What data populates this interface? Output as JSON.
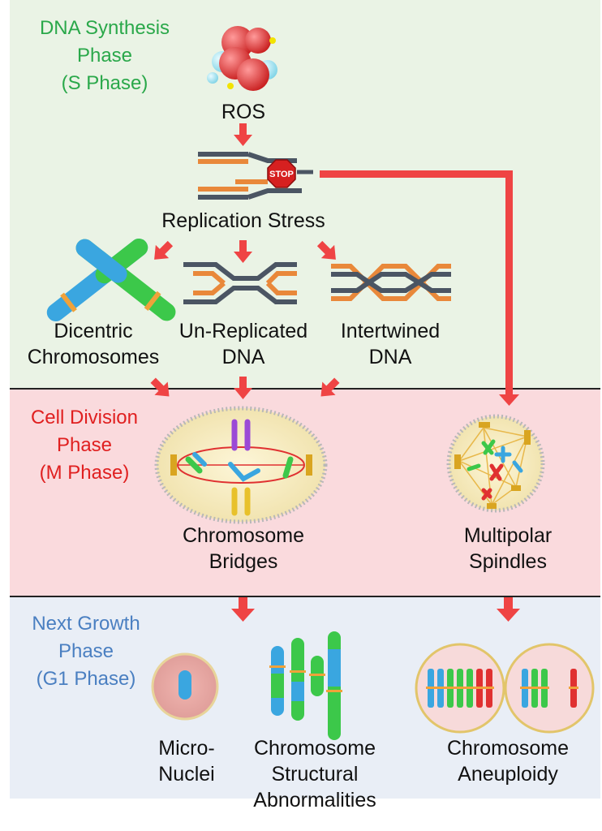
{
  "colors": {
    "s_phase_bg": "#eaf3e5",
    "m_phase_bg": "#fadadd",
    "g1_phase_bg": "#e9eef6",
    "s_phase_text": "#2aa84a",
    "m_phase_text": "#e02020",
    "g1_phase_text": "#4a7fc1",
    "arrow": "#ef4444",
    "dna_gray": "#4b5563",
    "dna_orange": "#e9883a",
    "chrom_blue": "#3aa6e0",
    "chrom_green": "#3cc84a",
    "chrom_red": "#e03131"
  },
  "phases": {
    "s": {
      "line1": "DNA Synthesis",
      "line2": "Phase",
      "line3": "(S Phase)"
    },
    "m": {
      "line1": "Cell Division",
      "line2": "Phase",
      "line3": "(M Phase)"
    },
    "g1": {
      "line1": "Next Growth",
      "line2": "Phase",
      "line3": "(G1 Phase)"
    }
  },
  "nodes": {
    "ros": "ROS",
    "stop_sign": "STOP",
    "replication_stress": "Replication Stress",
    "dicentric": {
      "line1": "Dicentric",
      "line2": "Chromosomes"
    },
    "unreplicated": {
      "line1": "Un-Replicated",
      "line2": "DNA"
    },
    "intertwined": {
      "line1": "Intertwined",
      "line2": "DNA"
    },
    "bridges": {
      "line1": "Chromosome",
      "line2": "Bridges"
    },
    "multipolar": {
      "line1": "Multipolar",
      "line2": "Spindles"
    },
    "micronuclei": {
      "line1": "Micro-",
      "line2": "Nuclei"
    },
    "structural": {
      "line1": "Chromosome",
      "line2": "Structural",
      "line3": "Abnormalities"
    },
    "aneuploidy": {
      "line1": "Chromosome",
      "line2": "Aneuploidy"
    }
  },
  "icons": [
    "ros-molecule-icon",
    "stalled-replication-fork-icon",
    "stop-sign-icon",
    "dicentric-chromosome-icon",
    "unreplicated-dna-icon",
    "intertwined-dna-icon",
    "bridging-cell-icon",
    "multipolar-spindle-cell-icon",
    "micronucleus-cell-icon",
    "rearranged-chromosomes-icon",
    "aneuploid-daughter-cells-icon"
  ]
}
